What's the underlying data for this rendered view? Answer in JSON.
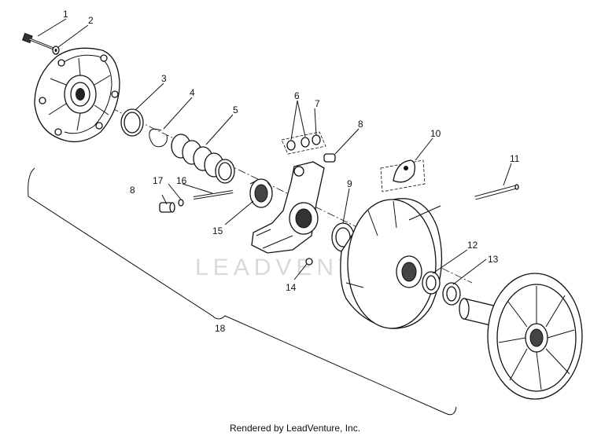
{
  "diagram": {
    "callouts": [
      "1",
      "2",
      "3",
      "4",
      "5",
      "6",
      "7",
      "8",
      "9",
      "10",
      "11",
      "12",
      "13",
      "14",
      "15",
      "16",
      "17",
      "8",
      "18"
    ],
    "watermark": "LEADVENTURE",
    "footer": "Rendered by LeadVenture, Inc."
  }
}
